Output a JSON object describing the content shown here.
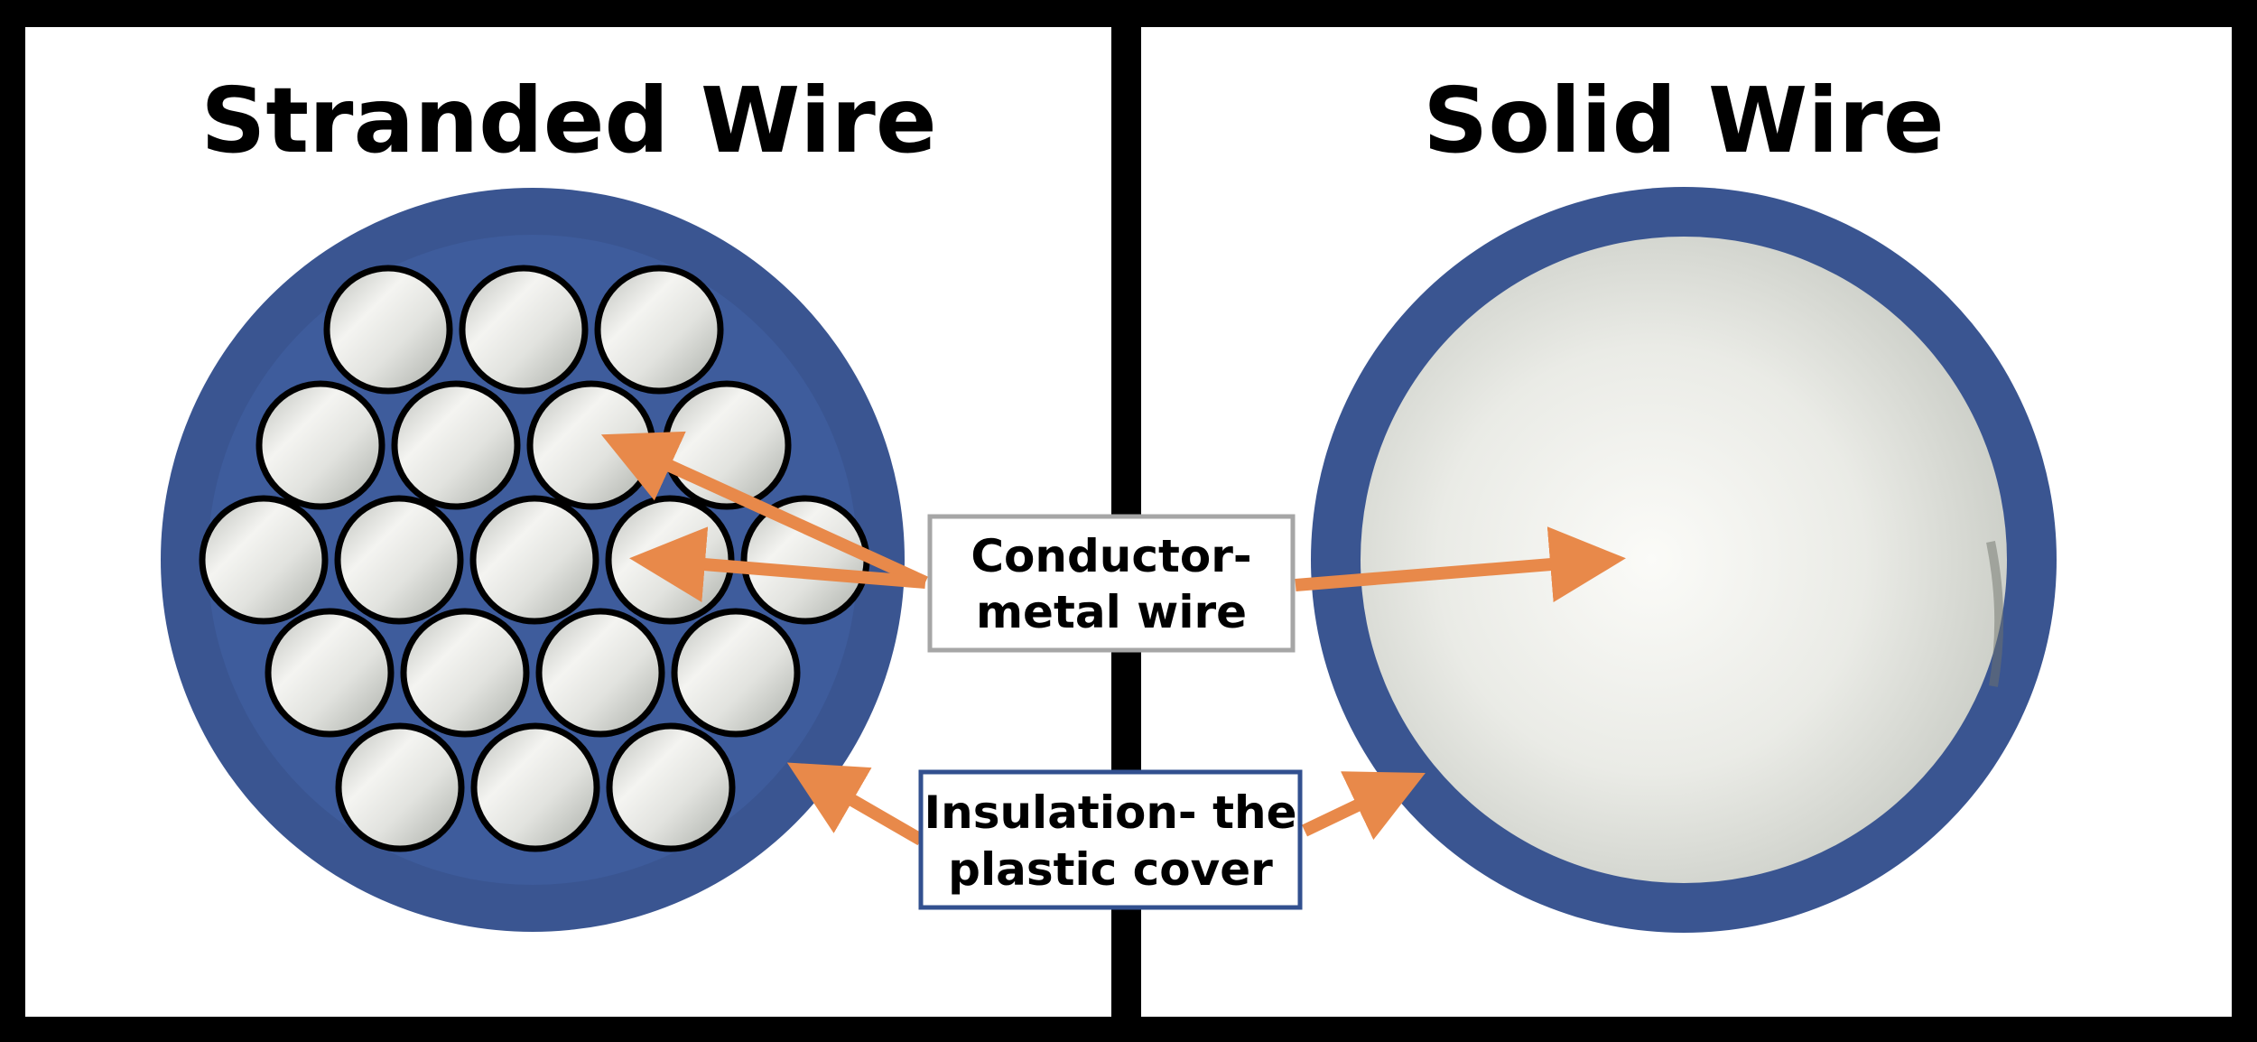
{
  "panels": {
    "left_title": "Stranded Wire",
    "right_title": "Solid Wire"
  },
  "labels": {
    "conductor_line1": "Conductor-",
    "conductor_line2": "metal wire",
    "insulation_line1": "Insulation- the",
    "insulation_line2": "plastic cover"
  },
  "colors": {
    "frame": "#000000",
    "panel": "#ffffff",
    "insulation": "#3a5591",
    "insulation_inner": "#3e5c9c",
    "arrow": "#e8894a",
    "conductor_box_border": "#a6a6a6",
    "insulation_box_border": "#32508f"
  },
  "icons": {
    "strand": "metal-strand-icon",
    "arrow": "arrow-icon"
  }
}
